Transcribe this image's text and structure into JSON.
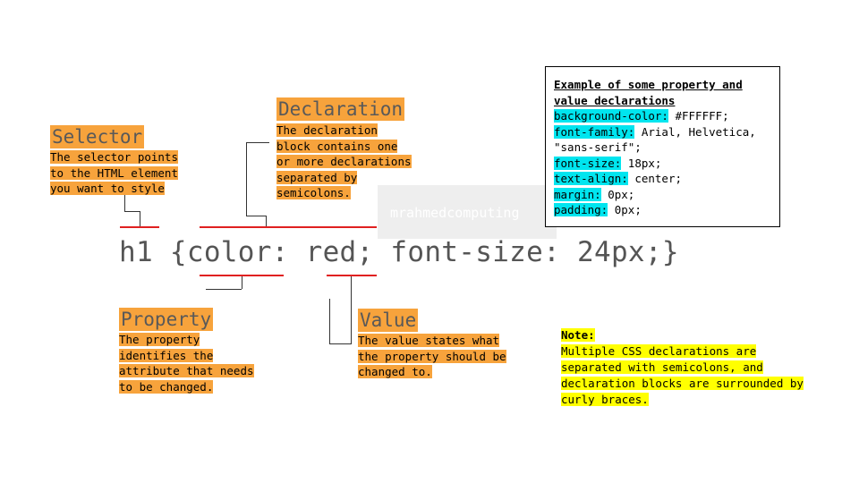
{
  "selector": {
    "title": "Selector",
    "description": [
      "The selector points",
      "to the HTML element",
      "you want to style"
    ]
  },
  "declaration": {
    "title": "Declaration",
    "description": [
      "The declaration",
      "block contains one",
      "or more declarations",
      "separated by",
      "semicolons."
    ]
  },
  "property": {
    "title": "Property",
    "description": [
      "The property",
      "identifies the",
      "attribute that needs",
      "to be changed."
    ]
  },
  "value": {
    "title": "Value",
    "description": [
      "The value states what",
      "the property should be",
      "changed to."
    ]
  },
  "code_line": "h1 {color: red; font-size: 24px;}",
  "watermark": "mrahmedcomputing",
  "example": {
    "title_lines": [
      "Example of some property and",
      "value declarations"
    ],
    "declarations": [
      {
        "property": "background-color:",
        "value": " #FFFFFF;"
      },
      {
        "property": "font-family:",
        "value": " Arial, Helvetica,"
      },
      {
        "property": "",
        "value": "\"sans-serif\";"
      },
      {
        "property": "font-size:",
        "value": " 18px;"
      },
      {
        "property": "text-align:",
        "value": " center;"
      },
      {
        "property": "margin:",
        "value": " 0px;"
      },
      {
        "property": "padding:",
        "value": " 0px;"
      }
    ]
  },
  "note": {
    "label": "Note:",
    "lines": [
      "Multiple CSS declarations are",
      "separated with semicolons, and",
      "declaration blocks are surrounded by",
      "curly braces."
    ]
  },
  "colors": {
    "label_highlight": "#f7a33c",
    "property_highlight": "#00e5ef",
    "note_highlight": "#ffff00",
    "underline": "#e02020"
  }
}
